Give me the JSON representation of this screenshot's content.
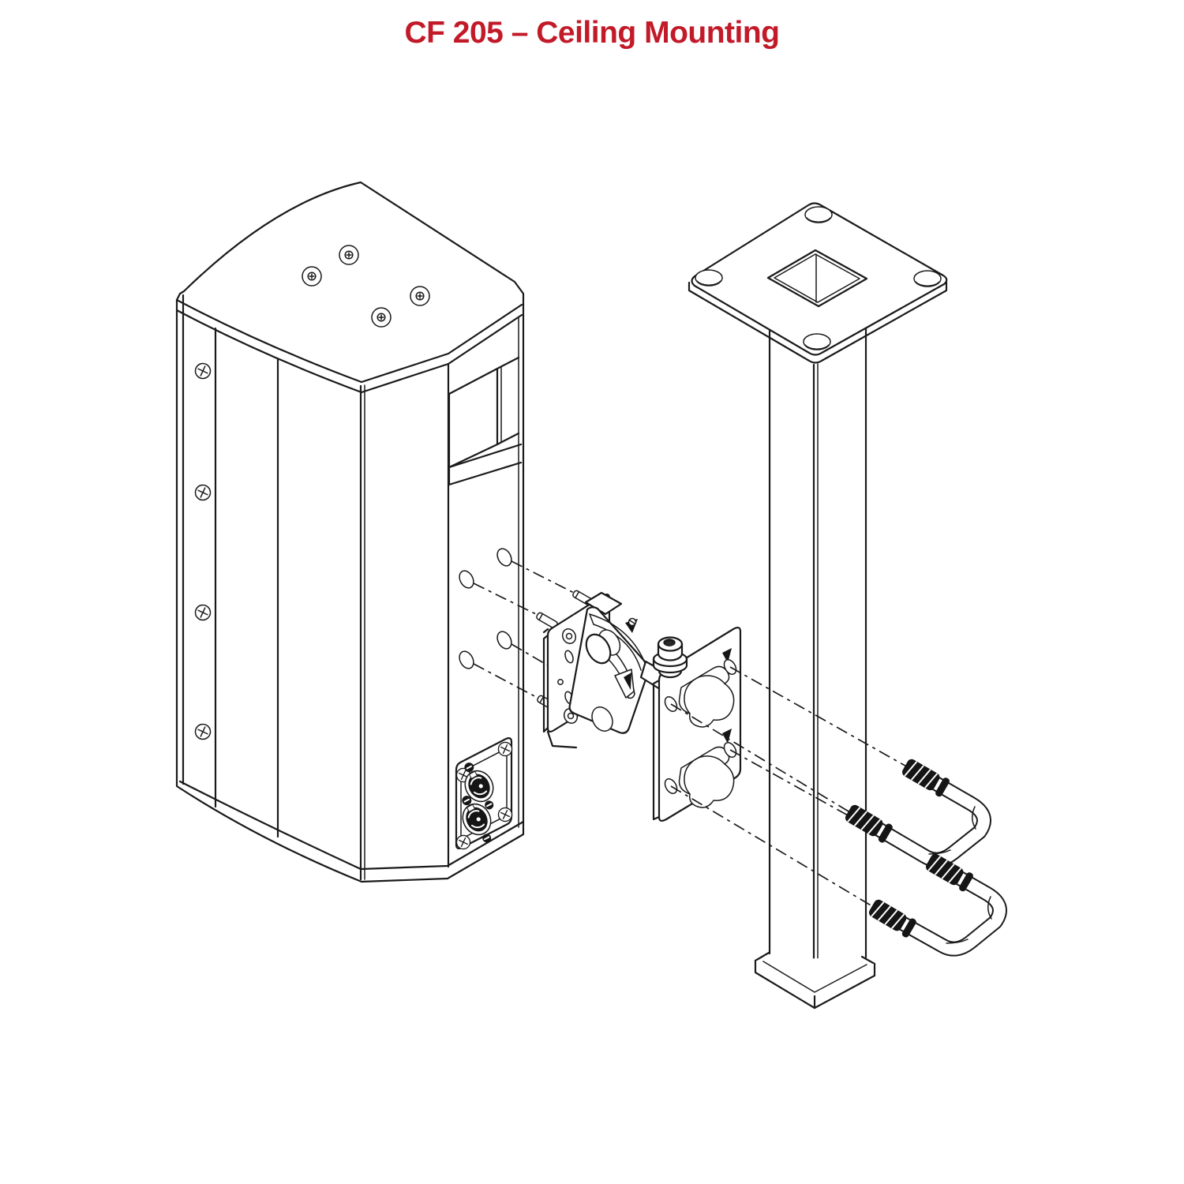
{
  "header": {
    "title": "CF 205 – Ceiling Mounting",
    "title_color": "#c21a29"
  },
  "canvas": {
    "background": "#ffffff",
    "line_color": "#1a1a1a"
  },
  "diagram": {
    "type": "exploded-assembly-line-drawing",
    "parts": [
      "speaker-cabinet",
      "top-mounting-inserts",
      "side-screws",
      "rear-handle-recess",
      "rear-mounting-holes",
      "speaker-connector-panel",
      "bracket-speaker-plate",
      "bracket-tilt-swivel-joint",
      "bracket-pole-plate",
      "ceiling-mounting-plate",
      "ceiling-pole",
      "pole-base-flange",
      "u-bolt-upper",
      "u-bolt-lower",
      "assembly-alignment-lines"
    ]
  }
}
